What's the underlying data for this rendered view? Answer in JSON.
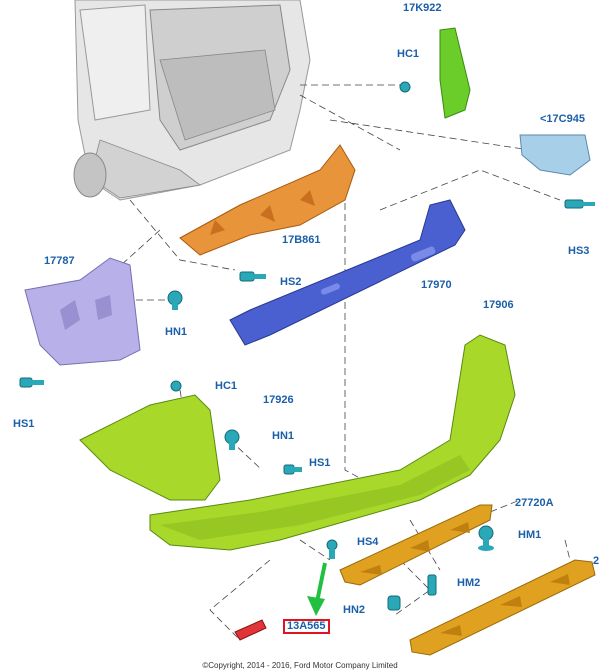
{
  "labels": {
    "l17K922": "17K922",
    "lHC1a": "HC1",
    "l17C945": "<17C945",
    "lHS3": "HS3",
    "l17B861": "17B861",
    "lHS2": "HS2",
    "l17970": "17970",
    "l17787": "17787",
    "lHN1a": "HN1",
    "lHS1a": "HS1",
    "l17906": "17906",
    "lHC1b": "HC1",
    "l17926": "17926",
    "lHN1b": "HN1",
    "lHS1b": "HS1",
    "l27720A": "27720A",
    "lHM1": "HM1",
    "lHS4": "HS4",
    "lHM2": "HM2",
    "lHN2": "HN2",
    "l13A565": "13A565",
    "l2": "2"
  },
  "highlighted_part": "13A565",
  "copyright": "©Copyright, 2014 - 2016, Ford Motor Company Limited",
  "colors": {
    "label_blue": "#1b5fa8",
    "bumper_green": "#a8d82a",
    "bracket_orange": "#e8943a",
    "beam_blue": "#4a5fd0",
    "bracket_lavender": "#b8b0e8",
    "lamp_amber": "#e0a020",
    "clip_teal": "#2aa8b8",
    "highlight_red": "#e0141e",
    "arrow_green": "#22c040"
  }
}
